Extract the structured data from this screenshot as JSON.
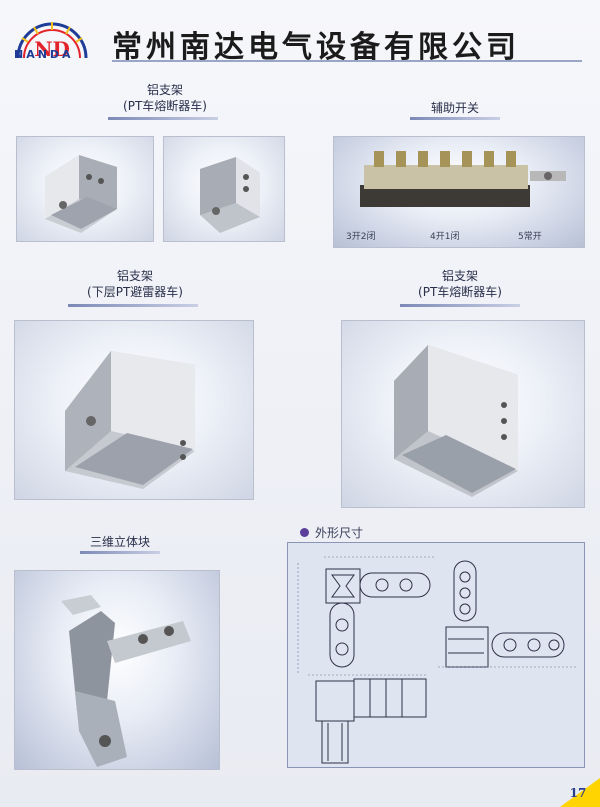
{
  "header": {
    "logo_letters": "ND",
    "brand": "NANDA",
    "company": "常州南达电气设备有限公司"
  },
  "section1": {
    "left_caption_line1": "铝支架",
    "left_caption_line2": "(PT车熔断器车)",
    "right_caption": "辅助开关",
    "switch_labels": [
      "3开2闭",
      "4开1闭",
      "5常开"
    ]
  },
  "section2": {
    "left_caption_line1": "铝支架",
    "left_caption_line2": "(下层PT避雷器车)",
    "right_caption_line1": "铝支架",
    "right_caption_line2": "(PT车熔断器车)"
  },
  "section3": {
    "left_caption": "三维立体块",
    "right_caption": "外形尺寸"
  },
  "footer": {
    "page_number": "17"
  },
  "colors": {
    "accent": "#5b3f9a",
    "logo_blue": "#1f3c96",
    "page_marker": "#ffd400"
  }
}
